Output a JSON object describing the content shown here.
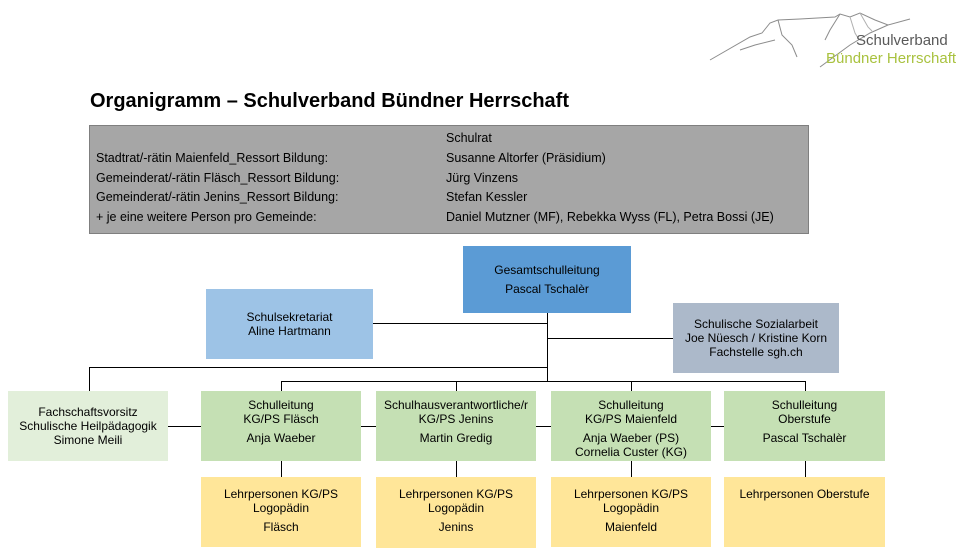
{
  "logo": {
    "line1": "Schulverband",
    "line2": "Bündner Herrschaft",
    "accent_color": "#a9c23f"
  },
  "title": "Organigramm – Schulverband Bündner Herrschaft",
  "schulrat": {
    "header": "Schulrat",
    "rows": [
      {
        "role": "Stadtrat/-rätin Maienfeld_Ressort Bildung:",
        "name": "Susanne Altorfer (Präsidium)"
      },
      {
        "role": "Gemeinderat/-rätin Fläsch_Ressort Bildung:",
        "name": "Jürg Vinzens"
      },
      {
        "role": "Gemeinderat/-rätin Jenins_Ressort Bildung:",
        "name": "Stefan Kessler"
      },
      {
        "role": "+ je eine weitere Person pro Gemeinde:",
        "name": "Daniel Mutzner (MF), Rebekka Wyss (FL), Petra Bossi (JE)"
      }
    ]
  },
  "gesamtschulleitung": {
    "title": "Gesamtschulleitung",
    "name": "Pascal Tschalèr"
  },
  "sekretariat": {
    "title": "Schulsekretariat",
    "name": "Aline Hartmann"
  },
  "sozialarbeit": {
    "title": "Schulische Sozialarbeit",
    "names": "Joe Nüesch / Kristine Korn",
    "extra": "Fachstelle sgh.ch"
  },
  "fachschaft": {
    "line1": "Fachschaftsvorsitz",
    "line2": "Schulische Heilpädagogik",
    "name": "Simone Meili"
  },
  "leitungen": [
    {
      "line1": "Schulleitung",
      "line2": "KG/PS Fläsch",
      "name": "Anja Waeber",
      "name2": ""
    },
    {
      "line1": "Schulhausverantwortliche/r",
      "line2": "KG/PS Jenins",
      "name": "Martin Gredig",
      "name2": ""
    },
    {
      "line1": "Schulleitung",
      "line2": "KG/PS Maienfeld",
      "name": "Anja Waeber (PS)",
      "name2": "Cornelia Custer (KG)"
    },
    {
      "line1": "Schulleitung",
      "line2": "Oberstufe",
      "name": "Pascal Tschalèr",
      "name2": ""
    }
  ],
  "lehrpersonen": [
    {
      "line1": "Lehrpersonen KG/PS",
      "line2": "Logopädin",
      "place": "Fläsch"
    },
    {
      "line1": "Lehrpersonen KG/PS",
      "line2": "Logopädin",
      "place": "Jenins"
    },
    {
      "line1": "Lehrpersonen KG/PS",
      "line2": "Logopädin",
      "place": "Maienfeld"
    },
    {
      "line1": "Lehrpersonen Oberstufe",
      "line2": "",
      "place": ""
    }
  ]
}
